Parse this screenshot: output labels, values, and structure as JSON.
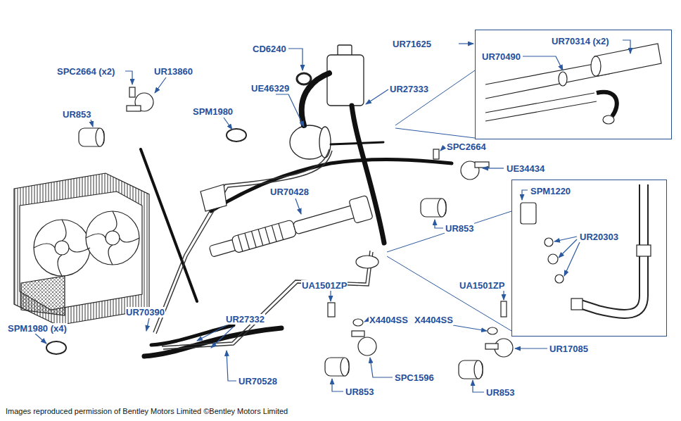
{
  "diagram": {
    "caption": "Images reproduced permission of Bentley Motors Limited ©Bentley Motors Limited",
    "nodes": [
      {
        "text": [
          "UR70314 (x2)",
          "UR70490"
        ]
      },
      {
        "text": [
          "SPM1220",
          "UR20303"
        ]
      }
    ],
    "labels": [
      "SPC2664 (x2)",
      "UR13860",
      "CD6240",
      "UR71625",
      "UR853",
      "UE46329",
      "UR27333",
      "SPM1980",
      "SPC2664",
      "UE34434",
      "UR70428",
      "UR853",
      "UA1501ZP",
      "UA1501ZP",
      "UR70390",
      "UR27332",
      "X4404SS",
      "X4404SS",
      "SPM1980 (x4)",
      "UR17085",
      "SPC1596",
      "UR70528",
      "UR853",
      "UR853"
    ]
  }
}
